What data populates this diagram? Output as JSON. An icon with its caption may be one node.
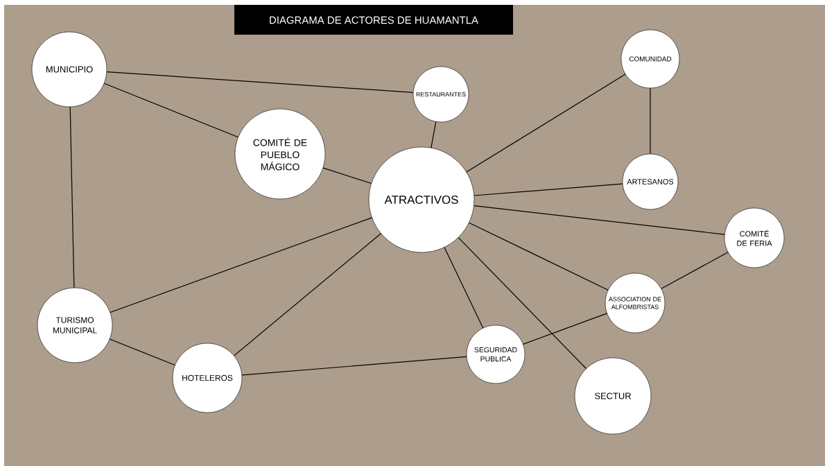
{
  "diagram": {
    "title": "DIAGRAMA DE ACTORES  DE HUAMANTLA",
    "nodes": [
      {
        "text": [
          "MUNICIPIO"
        ]
      },
      {
        "text": [
          "RESTAURANTES"
        ]
      },
      {
        "text": [
          "COMUNIDAD"
        ]
      },
      {
        "text": [
          "COMITÉ DE PUEBLO MÁGICO"
        ]
      },
      {
        "text": [
          "ATRACTIVOS"
        ]
      },
      {
        "text": [
          "ARTESANOS"
        ]
      },
      {
        "text": [
          "COMITÉ DE FERIA"
        ]
      },
      {
        "text": [
          "TURISMO MUNICIPAL"
        ]
      },
      {
        "text": [
          "ASSOCIATION DE ALFOMBRISTAS"
        ]
      },
      {
        "text": [
          "HOTELEROS"
        ]
      },
      {
        "text": [
          "SEGURIDAD PUBLICA"
        ]
      },
      {
        "text": [
          "SECTUR"
        ]
      }
    ],
    "edges": [
      {
        "from": 0,
        "to": 1,
        "arrow": "none"
      },
      {
        "from": 0,
        "to": 3,
        "arrow": "none"
      },
      {
        "from": 0,
        "to": 7,
        "arrow": "none"
      },
      {
        "from": 3,
        "to": 4,
        "arrow": "none"
      },
      {
        "from": 1,
        "to": 4,
        "arrow": "none"
      },
      {
        "from": 4,
        "to": 2,
        "arrow": "none"
      },
      {
        "from": 2,
        "to": 5,
        "arrow": "none"
      },
      {
        "from": 4,
        "to": 5,
        "arrow": "none"
      },
      {
        "from": 4,
        "to": 6,
        "arrow": "none"
      },
      {
        "from": 4,
        "to": 8,
        "arrow": "none"
      },
      {
        "from": 4,
        "to": 11,
        "arrow": "none"
      },
      {
        "from": 4,
        "to": 10,
        "arrow": "none"
      },
      {
        "from": 4,
        "to": 7,
        "arrow": "none"
      },
      {
        "from": 4,
        "to": 9,
        "arrow": "none"
      },
      {
        "from": 7,
        "to": 9,
        "arrow": "none"
      },
      {
        "from": 9,
        "to": 10,
        "arrow": "none"
      },
      {
        "from": 10,
        "to": 8,
        "arrow": "none"
      },
      {
        "from": 8,
        "to": 6,
        "arrow": "none"
      }
    ]
  }
}
